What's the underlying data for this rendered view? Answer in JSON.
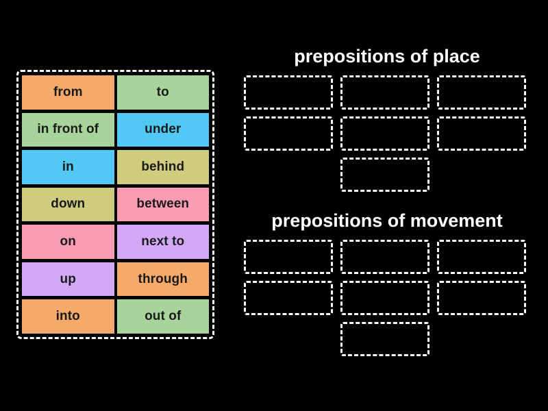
{
  "palette": {
    "background": "#000000",
    "tile_text": "#1a1a1a",
    "title_text": "#ffffff",
    "dashed_border": "#ffffff",
    "orange": "#f5a96a",
    "green": "#a6d49a",
    "blue": "#52c8f5",
    "khaki": "#cfcc7e",
    "pink": "#fb9cb5",
    "purple": "#d2a8f7"
  },
  "tile_bank": {
    "name": "word-tile-bank",
    "tiles": [
      {
        "label": "from",
        "color": "#f5a96a"
      },
      {
        "label": "to",
        "color": "#a6d49a"
      },
      {
        "label": "in front of",
        "color": "#a6d49a"
      },
      {
        "label": "under",
        "color": "#52c8f5"
      },
      {
        "label": "in",
        "color": "#52c8f5"
      },
      {
        "label": "behind",
        "color": "#cfcc7e"
      },
      {
        "label": "down",
        "color": "#cfcc7e"
      },
      {
        "label": "between",
        "color": "#fb9cb5"
      },
      {
        "label": "on",
        "color": "#fb9cb5"
      },
      {
        "label": "next to",
        "color": "#d2a8f7"
      },
      {
        "label": "up",
        "color": "#d2a8f7"
      },
      {
        "label": "through",
        "color": "#f5a96a"
      },
      {
        "label": "into",
        "color": "#f5a96a"
      },
      {
        "label": "out of",
        "color": "#a6d49a"
      }
    ]
  },
  "categories": [
    {
      "id": "place",
      "title": "prepositions of place",
      "slots": [
        {
          "value": ""
        },
        {
          "value": ""
        },
        {
          "value": ""
        },
        {
          "value": ""
        },
        {
          "value": ""
        },
        {
          "value": ""
        },
        {
          "value": "",
          "centered": true
        }
      ]
    },
    {
      "id": "movement",
      "title": "prepositions of movement",
      "slots": [
        {
          "value": ""
        },
        {
          "value": ""
        },
        {
          "value": ""
        },
        {
          "value": ""
        },
        {
          "value": ""
        },
        {
          "value": ""
        },
        {
          "value": "",
          "centered": true
        }
      ]
    }
  ]
}
